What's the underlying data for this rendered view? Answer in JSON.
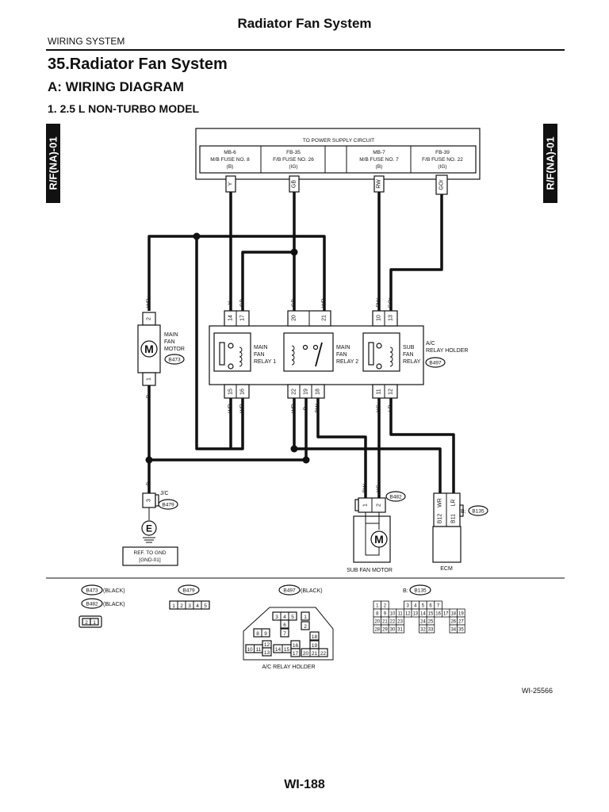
{
  "header": {
    "title": "Radiator Fan System",
    "subtitle": "WIRING SYSTEM",
    "section_title": "35.Radiator Fan System",
    "section_a": "A:  WIRING DIAGRAM",
    "section_1": "1.  2.5 L NON-TURBO MODEL"
  },
  "side_tab": "R/F(NA)-01",
  "power_supply": {
    "title": "TO POWER SUPPLY CIRCUIT",
    "fuses": [
      {
        "line1": "MB-6",
        "line2": "M/B FUSE NO. 8",
        "line3": "(B)"
      },
      {
        "line1": "FB-35",
        "line2": "F/B FUSE NO. 26",
        "line3": "(IG)"
      },
      {
        "line1": "MB-7",
        "line2": "M/B FUSE NO. 7",
        "line3": "(B)"
      },
      {
        "line1": "FB-39",
        "line2": "F/B FUSE NO. 22",
        "line3": "(IG)"
      }
    ]
  },
  "wires": {
    "top": [
      "Y",
      "GB",
      "RW",
      "GOr"
    ],
    "relay_top": [
      "Y",
      "GB",
      "GB",
      "WR",
      "RW",
      "GOr"
    ],
    "relay_bottom": [
      "WR",
      "WR",
      "WR",
      "B",
      "BW",
      "YG",
      "LR"
    ],
    "main_motor": [
      "WR",
      "B"
    ],
    "jc": "B",
    "sub_motor": [
      "BW",
      "YG"
    ],
    "ecm": [
      "WR",
      "LR"
    ]
  },
  "pins": {
    "relay_top": [
      "14",
      "17",
      "20",
      "21",
      "10",
      "13"
    ],
    "relay_bottom": [
      "15",
      "16",
      "22",
      "19",
      "18",
      "11",
      "12"
    ],
    "main_motor": [
      "2",
      "1"
    ],
    "jc": "3",
    "sub_motor": [
      "1",
      "2"
    ],
    "ecm": [
      "B12",
      "B11"
    ]
  },
  "components": {
    "main_motor_label": [
      "MAIN",
      "FAN",
      "MOTOR"
    ],
    "main_motor_conn": "B473",
    "relay1_label": [
      "MAIN",
      "FAN",
      "RELAY 1"
    ],
    "relay2_label": [
      "MAIN",
      "FAN",
      "RELAY 2"
    ],
    "sub_relay_label": [
      "SUB",
      "FAN",
      "RELAY"
    ],
    "relay_holder": [
      "A/C",
      "RELAY HOLDER"
    ],
    "relay_holder_conn": "B497",
    "jc_label": "J/C",
    "jc_conn": "B479",
    "ground_symbol": "E",
    "gnd_ref": [
      "REF. TO GND",
      "[GND-01]"
    ],
    "sub_motor_conn": "B482",
    "sub_motor_label": "SUB FAN MOTOR",
    "ecm_prefix": "B:",
    "ecm_conn": "B135",
    "ecm_label": "ECM",
    "motor_symbol": "M"
  },
  "connector_views": {
    "b473": "B473",
    "b473_color": "(BLACK)",
    "b482": "B482",
    "b482_color": "(BLACK)",
    "b482_pins": [
      "2",
      "1"
    ],
    "b479": "B479",
    "b479_pins": [
      "1",
      "2",
      "3",
      "4",
      "5"
    ],
    "b497": "B497",
    "b497_color": "(BLACK)",
    "holder_pins": [
      "3",
      "4",
      "5",
      "1",
      "6",
      "2",
      "8",
      "9",
      "7",
      "12",
      "18",
      "10",
      "11",
      "13",
      "14",
      "15",
      "16",
      "17",
      "19",
      "20",
      "21",
      "22"
    ],
    "holder_caption": "A/C RELAY HOLDER",
    "b135_prefix": "B:",
    "b135": "B135",
    "b135_rows": [
      [
        "1",
        "2",
        "",
        "",
        "3",
        "4",
        "5",
        "6",
        "7"
      ],
      [
        "8",
        "9",
        "10",
        "11",
        "12",
        "13",
        "14",
        "15",
        "16",
        "17",
        "18",
        "19"
      ],
      [
        "20",
        "21",
        "22",
        "23",
        "",
        "",
        "24",
        "25",
        "",
        "",
        "26",
        "27"
      ],
      [
        "28",
        "29",
        "30",
        "31",
        "",
        "",
        "32",
        "33",
        "",
        "",
        "34",
        "35"
      ]
    ]
  },
  "figure_id": "WI-25566",
  "page_number": "WI-188"
}
